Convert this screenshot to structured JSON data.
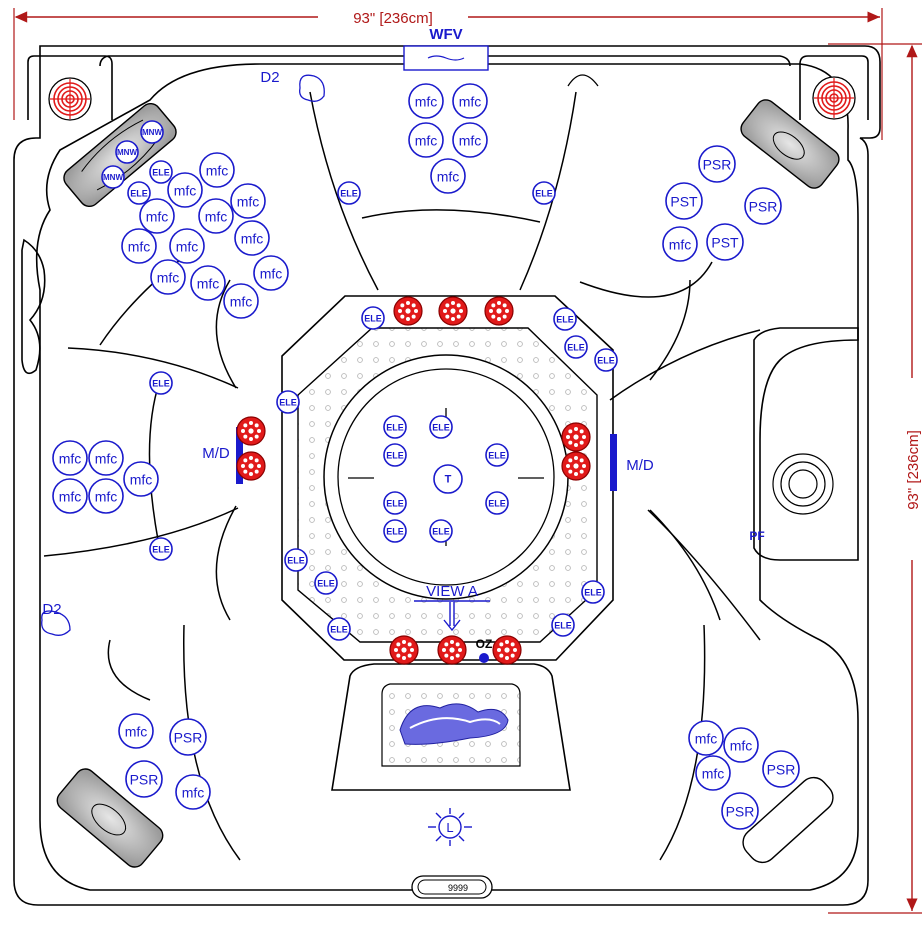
{
  "dimensions": {
    "top": "93\" [236cm]",
    "right": "93\" [236cm]"
  },
  "labels": {
    "wfv": "WFV",
    "d2_top": "D2",
    "d2_left": "D2",
    "md_left": "M/D",
    "md_right": "M/D",
    "pf": "PF",
    "view_a": "VIEW A",
    "oz": "OZ",
    "t": "T",
    "l": "L",
    "control_text": "9999"
  },
  "jets": {
    "mfc": "mfc",
    "ele": "ELE",
    "psr": "PSR",
    "pst": "PST",
    "mnw": "MNW"
  },
  "colors": {
    "jet_blue": "#1a1acc",
    "dimension_red": "#b01818",
    "hydro_red": "#e11a1a",
    "pillow_gray": "#b5b5b5",
    "logo_blue": "#4b4bd6"
  },
  "icons": {
    "target": "target-icon",
    "hydro": "hydro-jet-icon",
    "light": "light-icon",
    "pillow": "pillow-icon",
    "arrow": "arrow-down-icon"
  }
}
